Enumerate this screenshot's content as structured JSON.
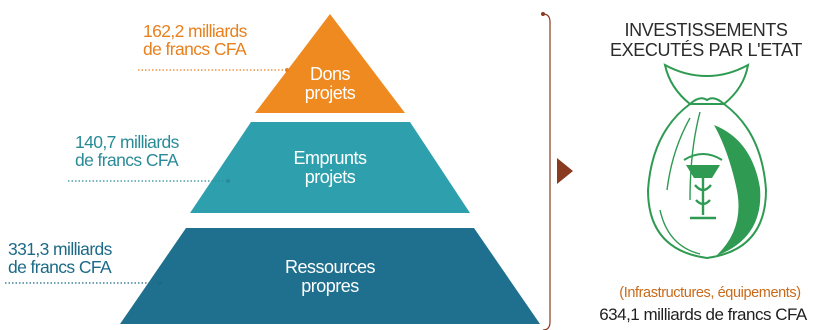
{
  "pyramid": {
    "tiers": [
      {
        "value_line1": "162,2 milliards",
        "value_line2": "de francs CFA",
        "name_line1": "Dons",
        "name_line2": "projets",
        "color": "#ee8a1f"
      },
      {
        "value_line1": "140,7 milliards",
        "value_line2": "de francs CFA",
        "name_line1": "Emprunts",
        "name_line2": "projets",
        "color": "#2ea0ad"
      },
      {
        "value_line1": "331,3 milliards",
        "value_line2": "de francs CFA",
        "name_line1": "Ressources",
        "name_line2": "propres",
        "color": "#1f6f8e"
      }
    ]
  },
  "result": {
    "title_line1": "INVESTISSEMENTS",
    "title_line2": "EXECUTÉS PAR L'ETAT",
    "subtitle": "(Infrastructures, équipements)",
    "total": "634,1 milliards de francs CFA",
    "bag_color": "#2f9a52",
    "arrow_color": "#8a3a1f"
  }
}
